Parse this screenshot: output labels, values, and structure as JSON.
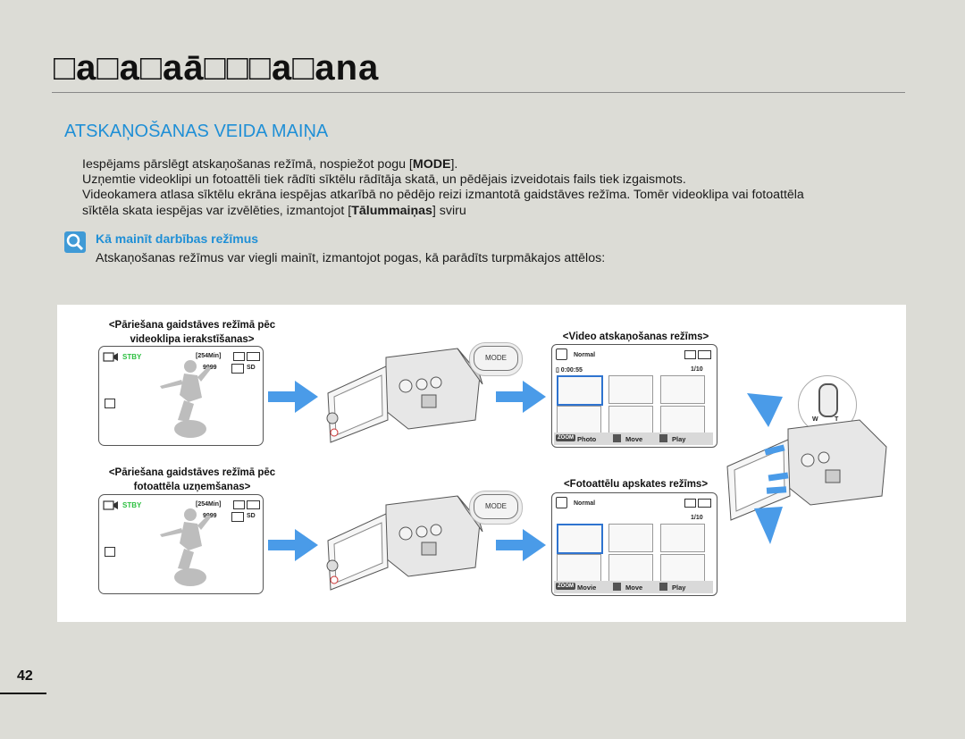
{
  "page": {
    "title": "□a□a□aā□□□a□ana",
    "section": "ATSKAŅOŠANAS VEIDA MAIŅA",
    "paragraphs": {
      "p1_a": "Iespējams pārslēgt atskaņošanas režīmā, nospiežot pogu [",
      "p1_b": "MODE",
      "p1_c": "].",
      "p2": "Uzņemtie videoklipi un fotoattēli tiek rādīti sīktēlu rādītāja skatā, un pēdējais izveidotais fails tiek izgaismots.",
      "p3": "Videokamera atlasa sīktēlu ekrāna iespējas atkarībā no pēdējo reizi izmantotā gaidstāves režīma. Tomēr videoklipa vai fotoattēla",
      "p4_a": "sīktēla skata iespējas var izvēlēties, izmantojot [",
      "p4_b": "Tālummaiņas",
      "p4_c": "] sviru"
    },
    "tip": {
      "title": "Kā mainīt darbības režīmus",
      "text": "Atskaņošanas režīmus var viegli mainīt, izmantojot pogas, kā parādīts turpmākajos attēlos:"
    },
    "page_number": "42"
  },
  "figure": {
    "cap_video_standby_1": "<Pāriešana gaidstāves režīmā pēc",
    "cap_video_standby_2": "videoklipa ierakstīšanas>",
    "cap_photo_standby_1": "<Pāriešana gaidstāves režīmā pēc",
    "cap_photo_standby_2": "fotoattēla uzņemšanas>",
    "cap_video_play": "<Video atskaņošanas režīms>",
    "cap_photo_view": "<Fotoattēlu apskates režīms>",
    "lcd": {
      "stby": "STBY",
      "remaining": "254Min",
      "count": "9999",
      "sd": "SD"
    },
    "mode_button": "MODE",
    "video_screen": {
      "quality": "Normal",
      "time": "0:00:55",
      "page": "1/10",
      "zoom": "ZOOM",
      "btn1": "Photo",
      "btn2": "Move",
      "btn3": "Play"
    },
    "photo_screen": {
      "quality": "Normal",
      "page": "1/10",
      "zoom": "ZOOM",
      "btn1": "Movie",
      "btn2": "Move",
      "btn3": "Play"
    },
    "zoom_lever": {
      "w": "W",
      "t": "T"
    },
    "arrow_color": "#4a9be8"
  }
}
